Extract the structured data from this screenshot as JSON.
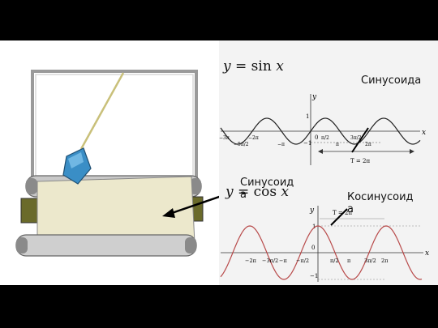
{
  "formulas": {
    "sin": {
      "lhs": "y",
      "eq": " = sin ",
      "arg": "x"
    },
    "cos": {
      "lhs": "y",
      "eq": " = cos ",
      "arg": "x"
    }
  },
  "callouts": {
    "sinusoid_top": "Синусоида",
    "sinusoid_device": "Синусоида",
    "cosinusoid": "Косинусоида"
  },
  "sine_graph": {
    "y_axis": "y",
    "x_axis": "x",
    "y_one": "1",
    "y_minus_one": "−1",
    "origin": "0",
    "ticks": [
      "−3π",
      "−5π/2",
      "−2π",
      "−π",
      "π/2",
      "π",
      "3π/2",
      "2π"
    ],
    "period_label": "T = 2π"
  },
  "cos_graph": {
    "y_axis": "y",
    "x_axis": "x",
    "y_one": "1",
    "y_minus_one": "−1",
    "origin": "0",
    "period_label": "T = 2π",
    "ticks": [
      "−2π",
      "−3π/2",
      "−π",
      "−π/2",
      "π/2",
      "π",
      "3π/2",
      "2π"
    ]
  },
  "colors": {
    "sine_curve": "#222222",
    "cos_curve": "#b84a4a",
    "pendulum_bob": "#3a8ec6",
    "paper": "#ece8cc",
    "roller": "#c8c8c8",
    "frame": "#9a9a9a"
  }
}
